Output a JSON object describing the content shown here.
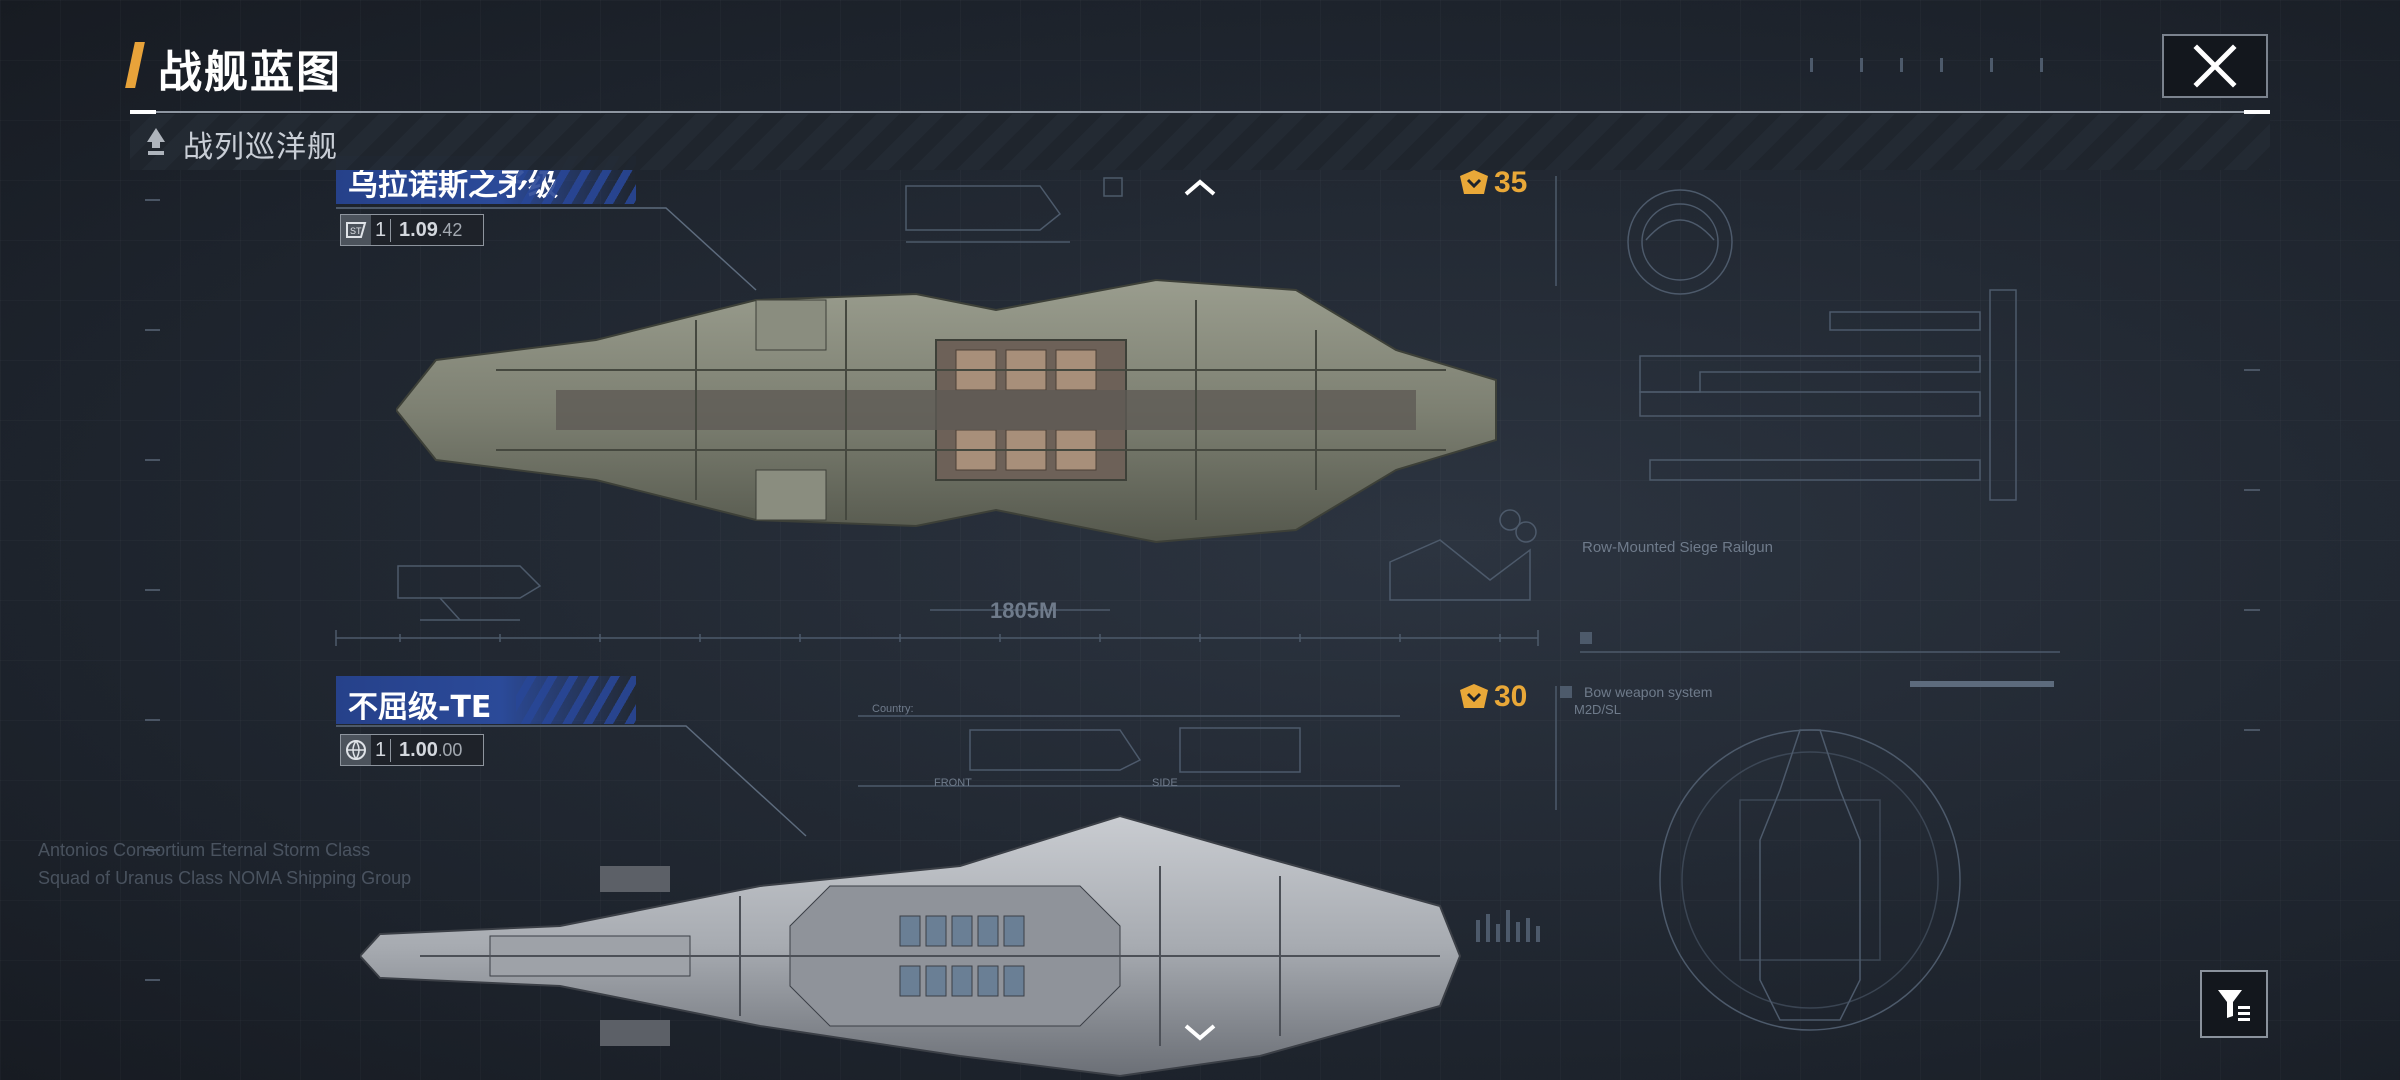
{
  "header": {
    "title": "战舰蓝图",
    "subcategory": "战列巡洋舰"
  },
  "background_text": {
    "left_line1": "Antonios Consortium Eternal Storm Class",
    "left_line2": "Squad of Uranus Class NOMA Shipping Group",
    "scale_label": "1805M",
    "railgun_title": "Row-Mounted Siege Railgun",
    "bow_title": "Bow weapon system",
    "bow_code": "M2D/SL",
    "country_label": "Country:",
    "front_label": "FRONT",
    "side_label": "SIDE"
  },
  "ships": [
    {
      "name": "乌拉诺斯之矛级",
      "level": "1",
      "version_main": "1.09",
      "version_sub": "42",
      "cost": "35",
      "emblem": "st-emblem-icon"
    },
    {
      "name": "不屈级-TE",
      "level": "1",
      "version_main": "1.00",
      "version_sub": "00",
      "cost": "30",
      "emblem": "globe-emblem-icon"
    }
  ],
  "colors": {
    "accent_orange": "#e8a33a",
    "name_blue": "#2b4a99",
    "cost_gold": "#e9a838"
  },
  "icons": [
    "close-icon",
    "chevron-up-icon",
    "chevron-down-icon",
    "filter-icon",
    "rank-icon",
    "currency-icon"
  ]
}
